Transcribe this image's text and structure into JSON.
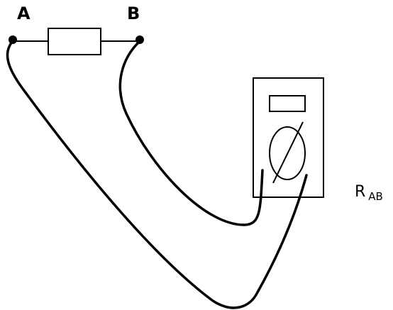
{
  "labels": {
    "terminal_a": "A",
    "terminal_b": "B",
    "measurement_main": "R",
    "measurement_sub": "AB"
  },
  "colors": {
    "ink": "#000000",
    "background": "#ffffff"
  }
}
